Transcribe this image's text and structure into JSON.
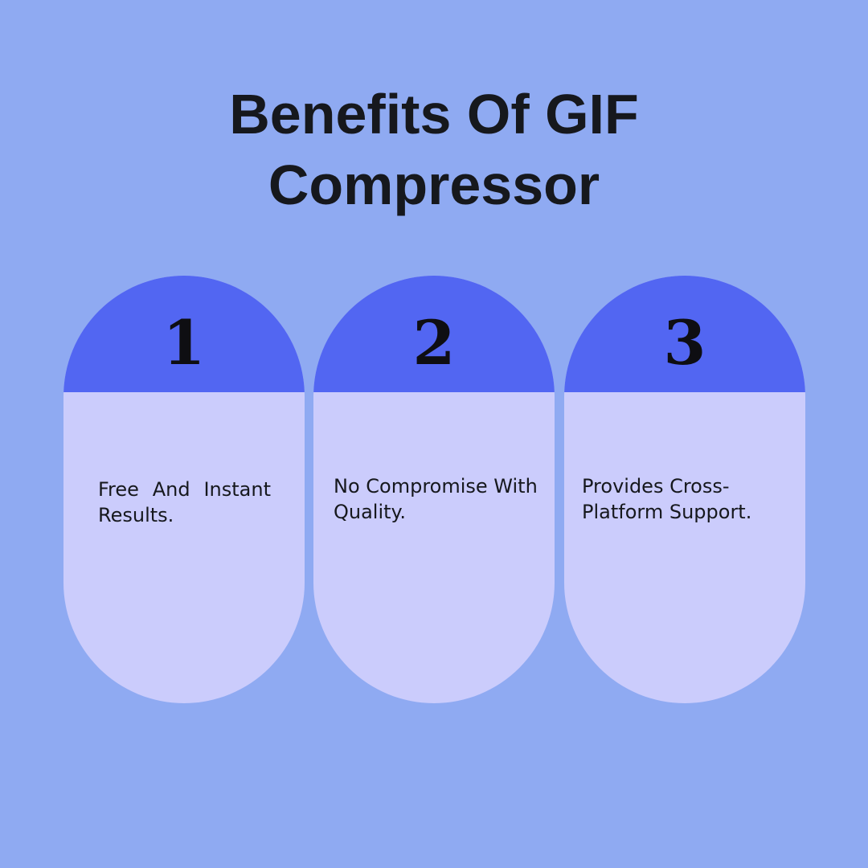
{
  "title": {
    "line1": "Benefits Of GIF",
    "line2": "Compressor"
  },
  "cards": [
    {
      "number": "1",
      "text": "Free And Instant Results."
    },
    {
      "number": "2",
      "text": "No Compromise With Quality."
    },
    {
      "number": "3",
      "text": "Provides Cross-Platform Support."
    }
  ],
  "colors": {
    "background": "#8FAAF2",
    "card_head": "#5266F2",
    "card_body": "#CBCCFC",
    "text": "#16181D"
  }
}
